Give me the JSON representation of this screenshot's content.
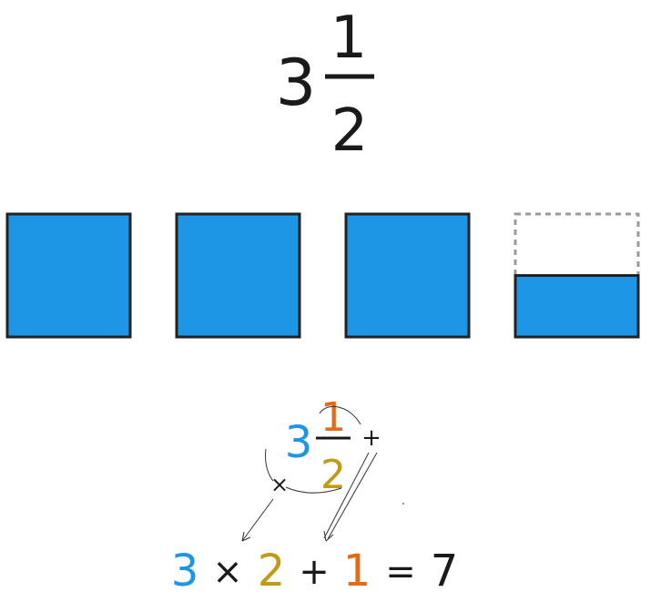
{
  "header": {
    "whole": "3",
    "numerator": "1",
    "denominator": "2"
  },
  "squares": {
    "fills": [
      1,
      1,
      1,
      0.5
    ],
    "fill_color": "#1e96e6",
    "outline_color": "#222222",
    "empty_outline_color": "#9a9a9a"
  },
  "conversion": {
    "whole": "3",
    "numerator": "1",
    "denominator": "2",
    "times_symbol": "×",
    "plus_symbol": "+",
    "colors": {
      "whole": "#1e96e6",
      "numerator": "#e36a17",
      "denominator": "#c19a16",
      "operator": "#1a1a1a"
    }
  },
  "equation": {
    "a": "3",
    "times": "×",
    "b": "2",
    "plus": "+",
    "c": "1",
    "equals": "=",
    "result": "7"
  }
}
